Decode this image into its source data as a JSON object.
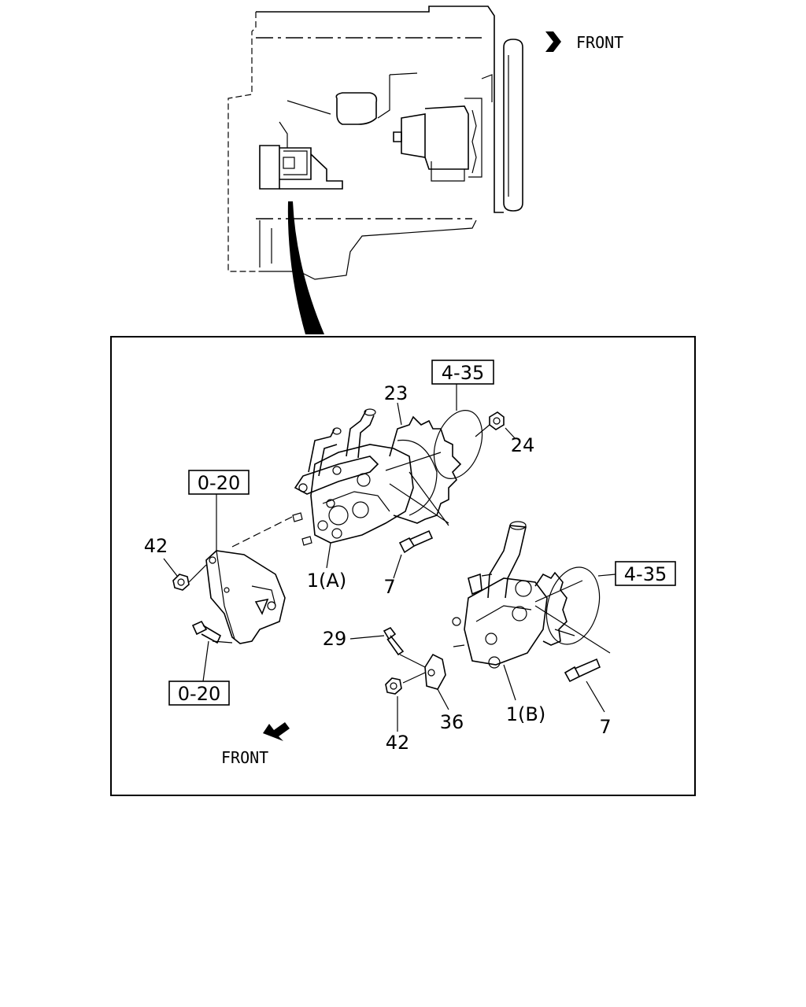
{
  "overview": {
    "front_label": "FRONT"
  },
  "detail": {
    "front_label": "FRONT",
    "refs": {
      "ref_4_35_top": "4-35",
      "ref_4_35_right": "4-35",
      "ref_0_20_top": "0-20",
      "ref_0_20_bottom": "0-20"
    },
    "callouts": {
      "c23": "23",
      "c24": "24",
      "c42_left": "42",
      "c1a": "1(A)",
      "c7_top": "7",
      "c29": "29",
      "c42_bottom": "42",
      "c36": "36",
      "c1b": "1(B)",
      "c7_bottom": "7"
    }
  },
  "icons": {
    "front_arrow_top": "arrow-right-icon",
    "front_arrow_bottom": "arrow-down-left-icon"
  }
}
